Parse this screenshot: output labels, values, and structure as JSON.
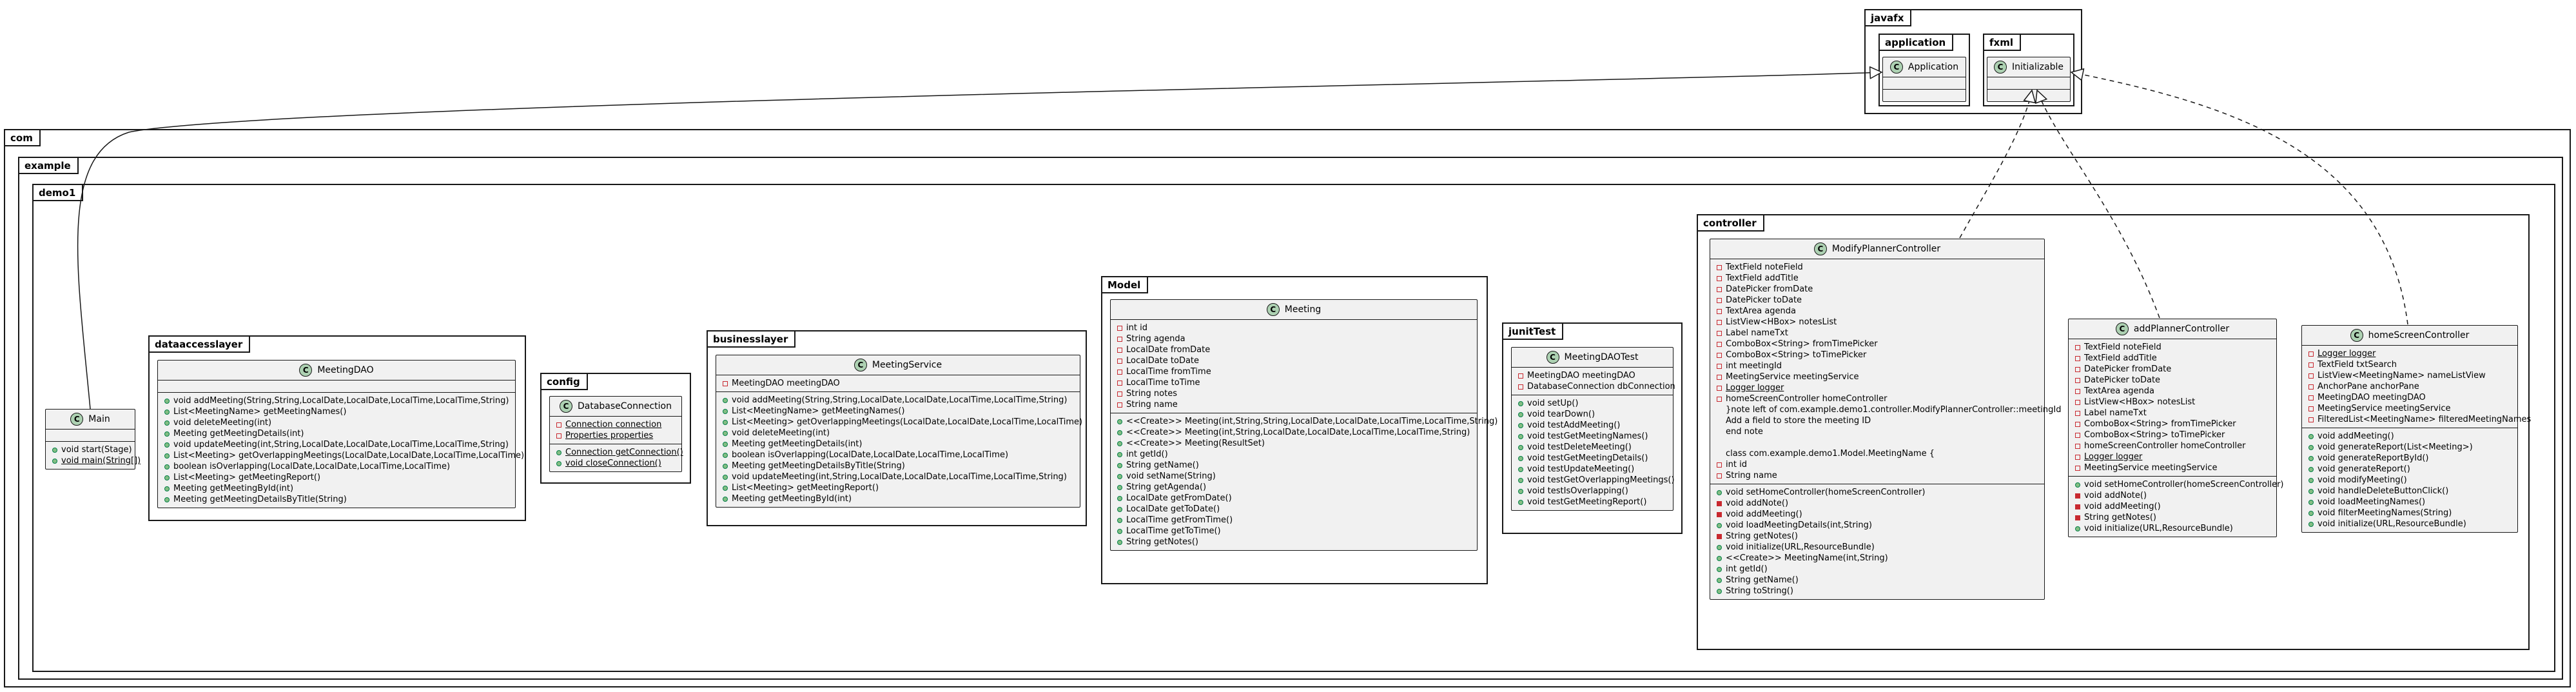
{
  "packages": {
    "javafx": "javafx",
    "application": "application",
    "fxml": "fxml",
    "com": "com",
    "example": "example",
    "demo1": "demo1",
    "dataaccesslayer": "dataaccesslayer",
    "config": "config",
    "businesslayer": "businesslayer",
    "model": "Model",
    "junittest": "junitTest",
    "controller": "controller"
  },
  "classes": {
    "application": {
      "name": "Application",
      "icon": "C",
      "sections": [
        [],
        []
      ]
    },
    "initializable": {
      "name": "Initializable",
      "icon": "C",
      "sections": [
        [],
        []
      ]
    },
    "main": {
      "name": "Main",
      "icon": "C",
      "sections": [
        [],
        [
          {
            "v": "pub",
            "t": "void start(Stage)"
          },
          {
            "v": "pub",
            "t": "void main(String[])",
            "u": true
          }
        ]
      ]
    },
    "meetingdao": {
      "name": "MeetingDAO",
      "icon": "C",
      "sections": [
        [],
        [
          {
            "v": "pub",
            "t": "void addMeeting(String,String,LocalDate,LocalDate,LocalTime,LocalTime,String)"
          },
          {
            "v": "pub",
            "t": "List<MeetingName> getMeetingNames()"
          },
          {
            "v": "pub",
            "t": "void deleteMeeting(int)"
          },
          {
            "v": "pub",
            "t": "Meeting getMeetingDetails(int)"
          },
          {
            "v": "pub",
            "t": "void updateMeeting(int,String,LocalDate,LocalDate,LocalTime,LocalTime,String)"
          },
          {
            "v": "pub",
            "t": "List<Meeting> getOverlappingMeetings(LocalDate,LocalDate,LocalTime,LocalTime)"
          },
          {
            "v": "pub",
            "t": "boolean isOverlapping(LocalDate,LocalDate,LocalTime,LocalTime)"
          },
          {
            "v": "pub",
            "t": "List<Meeting> getMeetingReport()"
          },
          {
            "v": "pub",
            "t": "Meeting getMeetingById(int)"
          },
          {
            "v": "pub",
            "t": "Meeting getMeetingDetailsByTitle(String)"
          }
        ]
      ]
    },
    "databaseconnection": {
      "name": "DatabaseConnection",
      "icon": "C",
      "sections": [
        [
          {
            "v": "priv",
            "t": "Connection connection",
            "u": true
          },
          {
            "v": "priv",
            "t": "Properties properties",
            "u": true
          }
        ],
        [
          {
            "v": "pub",
            "t": "Connection getConnection()",
            "u": true
          },
          {
            "v": "pub",
            "t": "void closeConnection()",
            "u": true
          }
        ]
      ]
    },
    "meetingservice": {
      "name": "MeetingService",
      "icon": "C",
      "sections": [
        [
          {
            "v": "priv",
            "t": "MeetingDAO meetingDAO"
          }
        ],
        [
          {
            "v": "pub",
            "t": "void addMeeting(String,String,LocalDate,LocalDate,LocalTime,LocalTime,String)"
          },
          {
            "v": "pub",
            "t": "List<MeetingName> getMeetingNames()"
          },
          {
            "v": "pub",
            "t": "List<Meeting> getOverlappingMeetings(LocalDate,LocalDate,LocalTime,LocalTime)"
          },
          {
            "v": "pub",
            "t": "void deleteMeeting(int)"
          },
          {
            "v": "pub",
            "t": "Meeting getMeetingDetails(int)"
          },
          {
            "v": "pub",
            "t": "boolean isOverlapping(LocalDate,LocalDate,LocalTime,LocalTime)"
          },
          {
            "v": "pub",
            "t": "Meeting getMeetingDetailsByTitle(String)"
          },
          {
            "v": "pub",
            "t": "void updateMeeting(int,String,LocalDate,LocalDate,LocalTime,LocalTime,String)"
          },
          {
            "v": "pub",
            "t": "List<Meeting> getMeetingReport()"
          },
          {
            "v": "pub",
            "t": "Meeting getMeetingById(int)"
          }
        ]
      ]
    },
    "meeting": {
      "name": "Meeting",
      "icon": "C",
      "sections": [
        [
          {
            "v": "priv",
            "t": "int id"
          },
          {
            "v": "priv",
            "t": "String agenda"
          },
          {
            "v": "priv",
            "t": "LocalDate fromDate"
          },
          {
            "v": "priv",
            "t": "LocalDate toDate"
          },
          {
            "v": "priv",
            "t": "LocalTime fromTime"
          },
          {
            "v": "priv",
            "t": "LocalTime toTime"
          },
          {
            "v": "priv",
            "t": "String notes"
          },
          {
            "v": "priv",
            "t": "String name"
          }
        ],
        [
          {
            "v": "pub",
            "t": "<<Create>> Meeting(int,String,String,LocalDate,LocalDate,LocalTime,LocalTime,String)"
          },
          {
            "v": "pub",
            "t": "<<Create>> Meeting(int,String,LocalDate,LocalDate,LocalTime,LocalTime,String)"
          },
          {
            "v": "pub",
            "t": "<<Create>> Meeting(ResultSet)"
          },
          {
            "v": "pub",
            "t": "int getId()"
          },
          {
            "v": "pub",
            "t": "String getName()"
          },
          {
            "v": "pub",
            "t": "void setName(String)"
          },
          {
            "v": "pub",
            "t": "String getAgenda()"
          },
          {
            "v": "pub",
            "t": "LocalDate getFromDate()"
          },
          {
            "v": "pub",
            "t": "LocalDate getToDate()"
          },
          {
            "v": "pub",
            "t": "LocalTime getFromTime()"
          },
          {
            "v": "pub",
            "t": "LocalTime getToTime()"
          },
          {
            "v": "pub",
            "t": "String getNotes()"
          }
        ]
      ]
    },
    "meetingdaotest": {
      "name": "MeetingDAOTest",
      "icon": "C",
      "sections": [
        [
          {
            "v": "priv",
            "t": "MeetingDAO meetingDAO"
          },
          {
            "v": "priv",
            "t": "DatabaseConnection dbConnection"
          }
        ],
        [
          {
            "v": "pub",
            "t": "void setUp()"
          },
          {
            "v": "pub",
            "t": "void tearDown()"
          },
          {
            "v": "pub",
            "t": "void testAddMeeting()"
          },
          {
            "v": "pub",
            "t": "void testGetMeetingNames()"
          },
          {
            "v": "pub",
            "t": "void testDeleteMeeting()"
          },
          {
            "v": "pub",
            "t": "void testGetMeetingDetails()"
          },
          {
            "v": "pub",
            "t": "void testUpdateMeeting()"
          },
          {
            "v": "pub",
            "t": "void testGetOverlappingMeetings()"
          },
          {
            "v": "pub",
            "t": "void testIsOverlapping()"
          },
          {
            "v": "pub",
            "t": "void testGetMeetingReport()"
          }
        ]
      ]
    },
    "modifyplannercontroller": {
      "name": "ModifyPlannerController",
      "icon": "C",
      "sections": [
        [
          {
            "v": "priv",
            "t": "TextField noteField"
          },
          {
            "v": "priv",
            "t": "TextField addTitle"
          },
          {
            "v": "priv",
            "t": "DatePicker fromDate"
          },
          {
            "v": "priv",
            "t": "DatePicker toDate"
          },
          {
            "v": "priv",
            "t": "TextArea agenda"
          },
          {
            "v": "priv",
            "t": "ListView<HBox> notesList"
          },
          {
            "v": "priv",
            "t": "Label nameTxt"
          },
          {
            "v": "priv",
            "t": "ComboBox<String> fromTimePicker"
          },
          {
            "v": "priv",
            "t": "ComboBox<String> toTimePicker"
          },
          {
            "v": "priv",
            "t": "int meetingId"
          },
          {
            "v": "priv",
            "t": "MeetingService meetingService"
          },
          {
            "v": "priv",
            "t": "Logger logger",
            "u": true
          },
          {
            "v": "priv",
            "t": "homeScreenController homeController"
          },
          {
            "v": "none",
            "t": "}note left of com.example.demo1.controller.ModifyPlannerController::meetingId"
          },
          {
            "v": "none",
            "t": "Add a field to store the meeting ID"
          },
          {
            "v": "none",
            "t": "end note"
          },
          {
            "v": "none",
            "t": ""
          },
          {
            "v": "none",
            "t": "class com.example.demo1.Model.MeetingName {"
          },
          {
            "v": "priv",
            "t": "int id"
          },
          {
            "v": "priv",
            "t": "String name"
          }
        ],
        [
          {
            "v": "pub",
            "t": "void setHomeController(homeScreenController)"
          },
          {
            "v": "privm",
            "t": "void addNote()"
          },
          {
            "v": "privm",
            "t": "void addMeeting()"
          },
          {
            "v": "pub",
            "t": "void loadMeetingDetails(int,String)"
          },
          {
            "v": "privm",
            "t": "String getNotes()"
          },
          {
            "v": "pub",
            "t": "void initialize(URL,ResourceBundle)"
          },
          {
            "v": "pub",
            "t": "<<Create>> MeetingName(int,String)"
          },
          {
            "v": "pub",
            "t": "int getId()"
          },
          {
            "v": "pub",
            "t": "String getName()"
          },
          {
            "v": "pub",
            "t": "String toString()"
          }
        ]
      ]
    },
    "addplannercontroller": {
      "name": "addPlannerController",
      "icon": "C",
      "sections": [
        [
          {
            "v": "priv",
            "t": "TextField noteField"
          },
          {
            "v": "priv",
            "t": "TextField addTitle"
          },
          {
            "v": "priv",
            "t": "DatePicker fromDate"
          },
          {
            "v": "priv",
            "t": "DatePicker toDate"
          },
          {
            "v": "priv",
            "t": "TextArea agenda"
          },
          {
            "v": "priv",
            "t": "ListView<HBox> notesList"
          },
          {
            "v": "priv",
            "t": "Label nameTxt"
          },
          {
            "v": "priv",
            "t": "ComboBox<String> fromTimePicker"
          },
          {
            "v": "priv",
            "t": "ComboBox<String> toTimePicker"
          },
          {
            "v": "priv",
            "t": "homeScreenController homeController"
          },
          {
            "v": "priv",
            "t": "Logger logger",
            "u": true
          },
          {
            "v": "priv",
            "t": "MeetingService meetingService"
          }
        ],
        [
          {
            "v": "pub",
            "t": "void setHomeController(homeScreenController)"
          },
          {
            "v": "privm",
            "t": "void addNote()"
          },
          {
            "v": "privm",
            "t": "void addMeeting()"
          },
          {
            "v": "privm",
            "t": "String getNotes()"
          },
          {
            "v": "pub",
            "t": "void initialize(URL,ResourceBundle)"
          }
        ]
      ]
    },
    "homescreencontroller": {
      "name": "homeScreenController",
      "icon": "C",
      "sections": [
        [
          {
            "v": "priv",
            "t": "Logger logger",
            "u": true
          },
          {
            "v": "priv",
            "t": "TextField txtSearch"
          },
          {
            "v": "priv",
            "t": "ListView<MeetingName> nameListView"
          },
          {
            "v": "priv",
            "t": "AnchorPane anchorPane"
          },
          {
            "v": "priv",
            "t": "MeetingDAO meetingDAO"
          },
          {
            "v": "priv",
            "t": "MeetingService meetingService"
          },
          {
            "v": "priv",
            "t": "FilteredList<MeetingName> filteredMeetingNames"
          }
        ],
        [
          {
            "v": "pub",
            "t": "void addMeeting()"
          },
          {
            "v": "pub",
            "t": "void generateReport(List<Meeting>)"
          },
          {
            "v": "pub",
            "t": "void generateReportById()"
          },
          {
            "v": "pub",
            "t": "void generateReport()"
          },
          {
            "v": "pub",
            "t": "void modifyMeeting()"
          },
          {
            "v": "pub",
            "t": "void handleDeleteButtonClick()"
          },
          {
            "v": "pub",
            "t": "void loadMeetingNames()"
          },
          {
            "v": "pub",
            "t": "void filterMeetingNames(String)"
          },
          {
            "v": "pub",
            "t": "void initialize(URL,ResourceBundle)"
          }
        ]
      ]
    }
  }
}
